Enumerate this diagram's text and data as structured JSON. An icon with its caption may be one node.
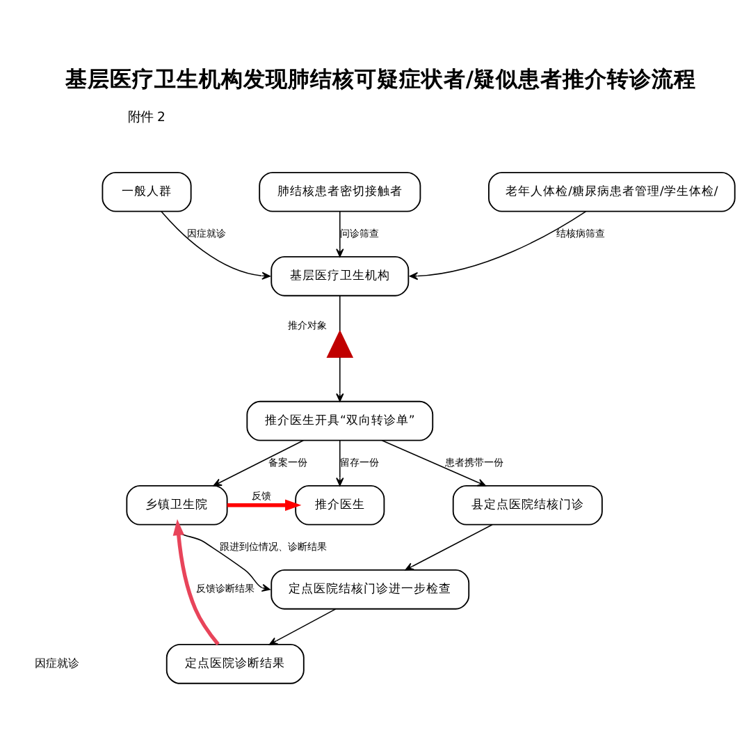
{
  "diagram": {
    "title": "基层医疗卫生机构发现肺结核可疑症状者/疑似患者推介转诊流程",
    "nodes": [
      {
        "text": [
          "一般人群"
        ]
      },
      {
        "text": [
          "肺结核患者密切接触者"
        ]
      },
      {
        "text": [
          "老年人体检/糖尿病患者管理/学生体检/"
        ]
      },
      {
        "text": [
          "基层医疗卫生机构"
        ]
      },
      {
        "text": [],
        "shape": "person",
        "beside": [
          "推介对象"
        ]
      },
      {
        "text": [
          "推介医生开具“双向转诊单”"
        ]
      },
      {
        "text": [
          "乡镇卫生院"
        ]
      },
      {
        "text": [
          "推介医生"
        ]
      },
      {
        "text": [
          "县定点医院结核门诊"
        ]
      },
      {
        "text": [
          "定点医院结核门诊进一步检查"
        ]
      },
      {
        "text": [
          "定点医院诊断结果"
        ]
      }
    ],
    "edges": [
      {
        "from": 0,
        "to": 3,
        "arrow": "to",
        "label": "因症就诊"
      },
      {
        "from": 1,
        "to": 3,
        "arrow": "to",
        "label": "问诊筛查"
      },
      {
        "from": 2,
        "to": 3,
        "arrow": "to",
        "label": "结核病筛查"
      },
      {
        "from": 3,
        "to": 4,
        "arrow": "none"
      },
      {
        "from": 4,
        "to": 5,
        "arrow": "to"
      },
      {
        "from": 5,
        "to": 6,
        "arrow": "to",
        "label": "备案一份"
      },
      {
        "from": 5,
        "to": 7,
        "arrow": "to",
        "label": "留存一份"
      },
      {
        "from": 5,
        "to": 8,
        "arrow": "to",
        "label": "患者携带一份"
      },
      {
        "from": 6,
        "to": 7,
        "arrow": "to",
        "label": "反馈",
        "style": "thick",
        "color": "#ff0000"
      },
      {
        "from": 6,
        "to": 9,
        "arrow": "to",
        "label": "跟进到位情况、诊断结果"
      },
      {
        "from": 8,
        "to": 9,
        "arrow": "to"
      },
      {
        "from": 9,
        "to": 10,
        "arrow": "to"
      },
      {
        "from": 10,
        "to": 6,
        "arrow": "to",
        "label": "反馈诊断结果",
        "style": "thick",
        "color": "#e8445a"
      }
    ],
    "labels": [
      "附件 2",
      "因症就诊"
    ]
  }
}
